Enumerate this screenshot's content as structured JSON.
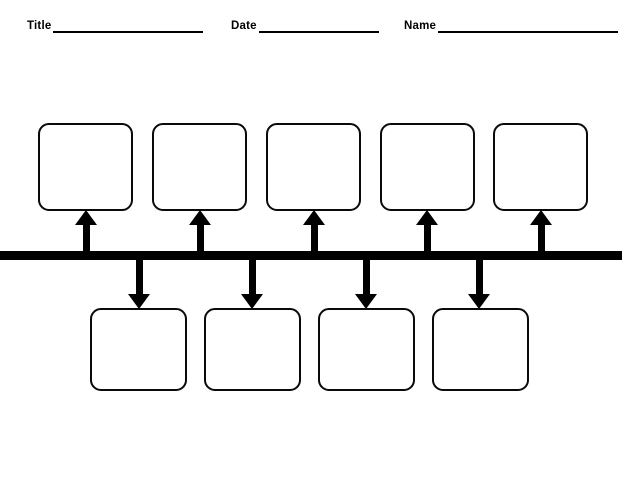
{
  "header": {
    "fields": [
      {
        "label": "Title",
        "value": "",
        "placeholder": ""
      },
      {
        "label": "Date",
        "value": "",
        "placeholder": ""
      },
      {
        "label": "Name",
        "value": "",
        "placeholder": ""
      }
    ]
  },
  "organizer": {
    "spine_label": "",
    "top_row": {
      "count": 5,
      "boxes": [
        {
          "text": ""
        },
        {
          "text": ""
        },
        {
          "text": ""
        },
        {
          "text": ""
        },
        {
          "text": ""
        }
      ]
    },
    "bottom_row": {
      "count": 4,
      "boxes": [
        {
          "text": ""
        },
        {
          "text": ""
        },
        {
          "text": ""
        },
        {
          "text": ""
        }
      ]
    },
    "connectors": {
      "up": [
        {
          "icon": "arrow-up-icon"
        },
        {
          "icon": "arrow-up-icon"
        },
        {
          "icon": "arrow-up-icon"
        },
        {
          "icon": "arrow-up-icon"
        },
        {
          "icon": "arrow-up-icon"
        }
      ],
      "down": [
        {
          "icon": "arrow-down-icon"
        },
        {
          "icon": "arrow-down-icon"
        },
        {
          "icon": "arrow-down-icon"
        },
        {
          "icon": "arrow-down-icon"
        }
      ]
    }
  },
  "colors": {
    "ink": "#000000",
    "outline": "#0a0a0a",
    "paper": "#ffffff"
  }
}
